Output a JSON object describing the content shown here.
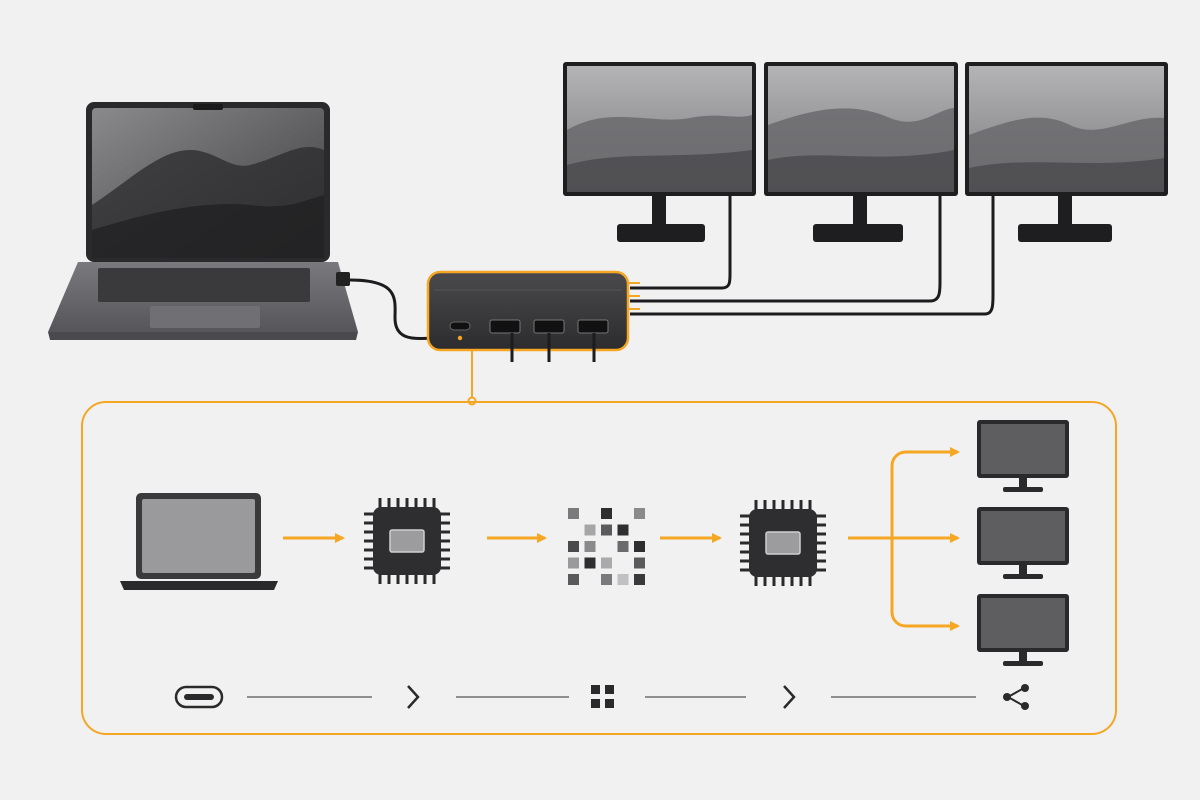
{
  "colors": {
    "background": "#f1f1f2",
    "accent": "#f5a623",
    "device": "#3a3a3c",
    "device_dark": "#1f1f21",
    "screen_light": "#9a9a9c",
    "laptop_body": "#6e6e72"
  },
  "scene": {
    "laptop": {
      "icon": "laptop-icon"
    },
    "dock": {
      "icon": "docking-station-icon",
      "ports": [
        "usb-c-port",
        "hdmi-port",
        "hdmi-port",
        "hdmi-port"
      ]
    },
    "monitors": [
      {
        "icon": "monitor-icon"
      },
      {
        "icon": "monitor-icon"
      },
      {
        "icon": "monitor-icon"
      }
    ]
  },
  "flow": {
    "stages": [
      {
        "icon": "laptop-icon"
      },
      {
        "icon": "chip-icon"
      },
      {
        "icon": "pixel-grid-icon"
      },
      {
        "icon": "chip-icon"
      },
      {
        "icon": "monitor-icon"
      }
    ],
    "outputs": 3
  },
  "legend": [
    "usb-c-icon",
    "chevron-right-icon",
    "grid-icon",
    "chevron-right-icon",
    "share-icon"
  ]
}
